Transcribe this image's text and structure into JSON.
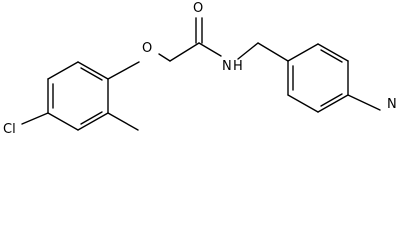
{
  "molecule": {
    "atoms": {
      "chlorine": "Cl",
      "ether_oxygen": "O",
      "carbonyl_oxygen": "O",
      "amide_nitrogen": "N",
      "amide_hydrogen": "H",
      "pyridine_nitrogen": "N"
    }
  }
}
